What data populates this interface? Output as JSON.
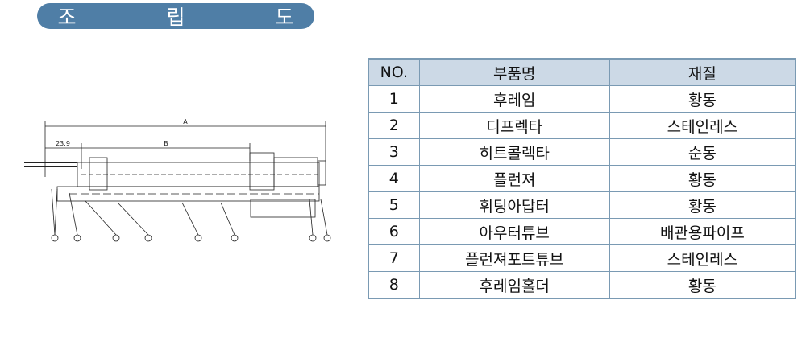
{
  "header": {
    "title": "조 립 도"
  },
  "drawing": {
    "dim_a": "A",
    "dim_b": "B",
    "dim_239": "23.9"
  },
  "table": {
    "headers": [
      "NO.",
      "부품명",
      "재질"
    ],
    "rows": [
      [
        "1",
        "후레임",
        "황동"
      ],
      [
        "2",
        "디프렉타",
        "스테인레스"
      ],
      [
        "3",
        "히트콜렉타",
        "순동"
      ],
      [
        "4",
        "플런져",
        "황동"
      ],
      [
        "5",
        "휘팅아답터",
        "황동"
      ],
      [
        "6",
        "아우터튜브",
        "배관용파이프"
      ],
      [
        "7",
        "플런져포트튜브",
        "스테인레스"
      ],
      [
        "8",
        "후레임홀더",
        "황동"
      ]
    ]
  }
}
